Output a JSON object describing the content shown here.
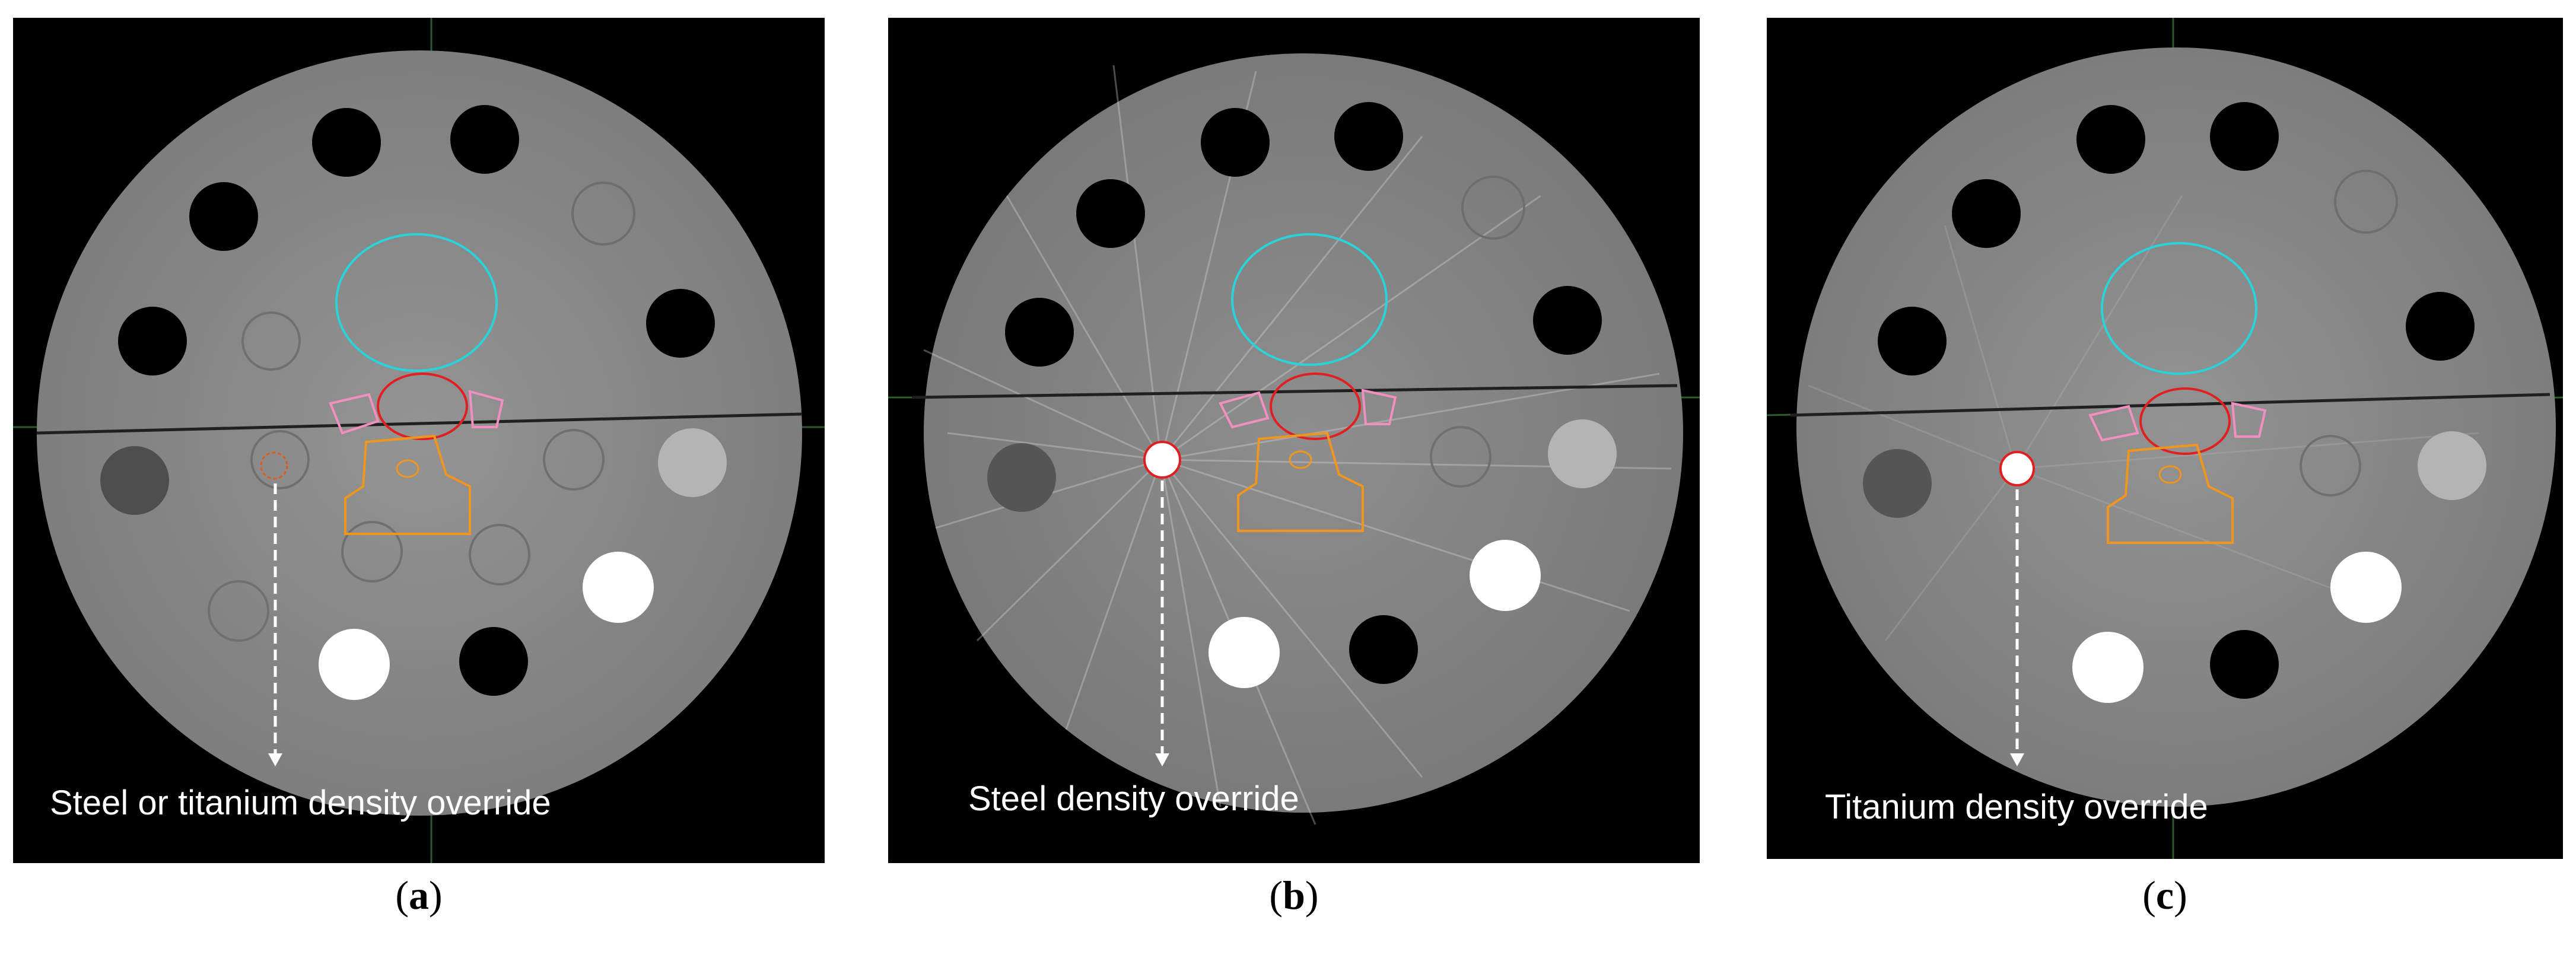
{
  "figure": {
    "panels": [
      {
        "id": "a",
        "caption_open": "(",
        "caption_letter": "a",
        "caption_close": ")",
        "annotation": "Steel or titanium density override",
        "implant_marker": "contour-only",
        "artifact_level": "low"
      },
      {
        "id": "b",
        "caption_open": "(",
        "caption_letter": "b",
        "caption_close": ")",
        "annotation": "Steel density override",
        "implant_marker": "bright-rod",
        "artifact_level": "high"
      },
      {
        "id": "c",
        "caption_open": "(",
        "caption_letter": "c",
        "caption_close": ")",
        "annotation": "Titanium density override",
        "implant_marker": "bright-rod",
        "artifact_level": "medium"
      }
    ],
    "contour_colors": {
      "cyan_structure": "#29d3d9",
      "red_structure": "#e02020",
      "pink_structure": "#f08fc0",
      "orange_structure": "#f0961e"
    },
    "phantom_colors": {
      "background": "#000000",
      "phantom": "#8c8c8c",
      "insert_dark": "#000000",
      "insert_bright": "#ffffff",
      "insert_mid": "#b4b4b4",
      "insert_low": "#4e4e4e",
      "annotation_arrow": "#ffffff"
    }
  }
}
